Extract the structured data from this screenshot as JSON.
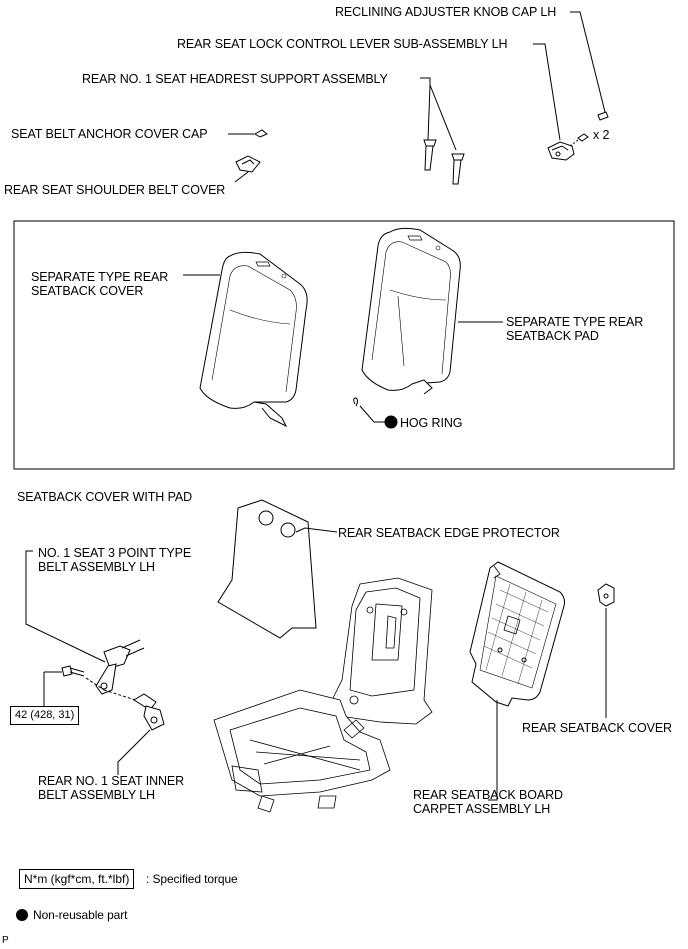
{
  "labels": {
    "reclining_knob_cap": "RECLINING ADJUSTER KNOB CAP LH",
    "lock_control_lever": "REAR SEAT LOCK CONTROL LEVER SUB-ASSEMBLY LH",
    "headrest_support": "REAR NO. 1 SEAT HEADREST SUPPORT ASSEMBLY",
    "seat_belt_anchor_cap": "SEAT BELT ANCHOR COVER CAP",
    "shoulder_belt_cover": "REAR SEAT SHOULDER BELT COVER",
    "screw_qty": "x 2",
    "separate_cover_line1": "SEPARATE TYPE REAR",
    "separate_cover_line2": "SEATBACK COVER",
    "separate_pad_line1": "SEPARATE TYPE REAR",
    "separate_pad_line2": "SEATBACK PAD",
    "hog_ring": "HOG RING",
    "seatback_cover_with_pad": "SEATBACK COVER WITH PAD",
    "edge_protector": "REAR SEATBACK EDGE PROTECTOR",
    "belt_assembly_line1": "NO. 1 SEAT 3 POINT TYPE",
    "belt_assembly_line2": "BELT ASSEMBLY LH",
    "torque_value": "42 (428, 31)",
    "inner_belt_line1": "REAR NO. 1 SEAT INNER",
    "inner_belt_line2": "BELT ASSEMBLY LH",
    "rear_seatback_cover": "REAR SEATBACK COVER",
    "board_carpet_line1": "REAR SEATBACK BOARD",
    "board_carpet_line2": "CARPET ASSEMBLY LH"
  },
  "legend": {
    "torque_unit_box": "N*m (kgf*cm, ft.*lbf)",
    "torque_text": ": Specified torque",
    "non_reusable_text": "Non-reusable part"
  },
  "footer_code": "P"
}
